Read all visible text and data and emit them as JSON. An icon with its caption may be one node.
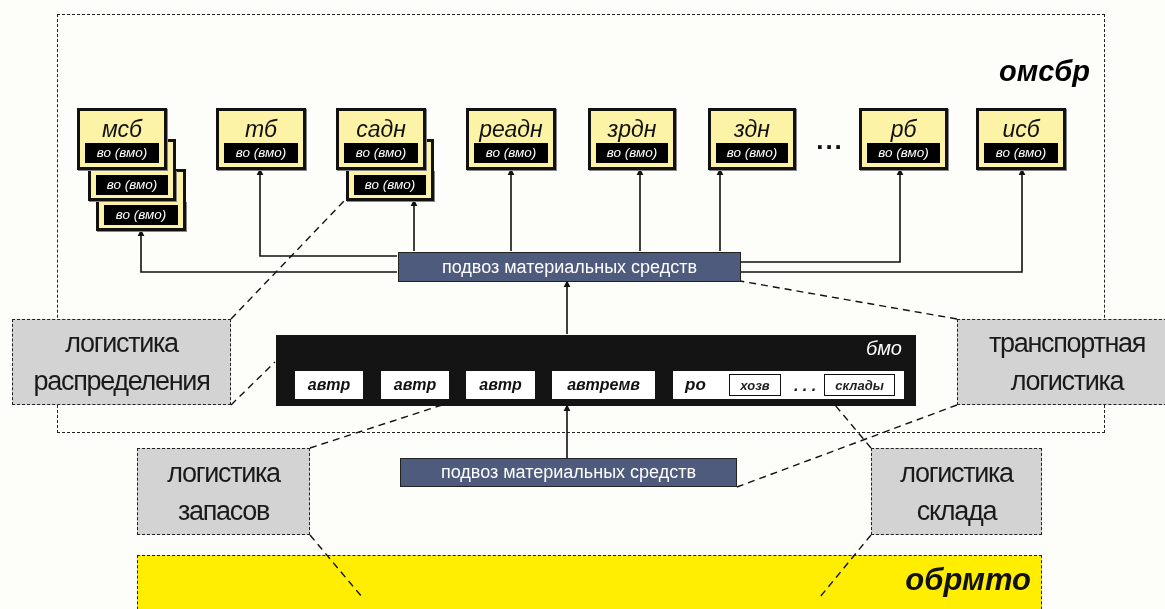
{
  "diagram": {
    "nodes": [
      {
        "text": [
          "омсбр"
        ]
      },
      {
        "text": [
          "мсб",
          "во (вмо)"
        ],
        "in": 0
      },
      {
        "text": [
          "во (вмо)"
        ],
        "in": 0
      },
      {
        "text": [
          "во (вмо)"
        ],
        "in": 0
      },
      {
        "text": [
          "тб",
          "во (вмо)"
        ],
        "in": 0
      },
      {
        "text": [
          "садн",
          "во (вмо)"
        ],
        "in": 0
      },
      {
        "text": [
          "во (вмо)"
        ],
        "in": 0
      },
      {
        "text": [
          "реадн",
          "во (вмо)"
        ],
        "in": 0
      },
      {
        "text": [
          "зрдн",
          "во (вмо)"
        ],
        "in": 0
      },
      {
        "text": [
          "здн",
          "во (вмо)"
        ],
        "in": 0
      },
      {
        "text": [
          "рб",
          "во (вмо)"
        ],
        "in": 0
      },
      {
        "text": [
          "исб",
          "во (вмо)"
        ],
        "in": 0
      },
      {
        "text": [
          "подвоз материальных средств"
        ],
        "in": 0
      },
      {
        "text": [
          "бмо"
        ],
        "in": 0
      },
      {
        "text": [
          "автр"
        ],
        "in": 13
      },
      {
        "text": [
          "автр"
        ],
        "in": 13
      },
      {
        "text": [
          "автр"
        ],
        "in": 13
      },
      {
        "text": [
          "автремв"
        ],
        "in": 13
      },
      {
        "text": [
          "ро"
        ],
        "in": 13
      },
      {
        "text": [
          "хозв"
        ],
        "in": 18
      },
      {
        "text": [
          "склады"
        ],
        "in": 18
      },
      {
        "text": [
          "логистика распределения"
        ]
      },
      {
        "text": [
          "транспортная логистика"
        ]
      },
      {
        "text": [
          "логистика запасов"
        ]
      },
      {
        "text": [
          "подвоз материальных средств"
        ]
      },
      {
        "text": [
          "логистика склада"
        ]
      },
      {
        "text": [
          "обрмто"
        ]
      }
    ],
    "edges": [
      {
        "from": 12,
        "to": 3,
        "arrow": "to"
      },
      {
        "from": 12,
        "to": 4,
        "arrow": "to"
      },
      {
        "from": 12,
        "to": 6,
        "arrow": "to"
      },
      {
        "from": 12,
        "to": 7,
        "arrow": "to"
      },
      {
        "from": 12,
        "to": 8,
        "arrow": "to"
      },
      {
        "from": 12,
        "to": 9,
        "arrow": "to"
      },
      {
        "from": 12,
        "to": 10,
        "arrow": "to"
      },
      {
        "from": 12,
        "to": 11,
        "arrow": "to"
      },
      {
        "from": 13,
        "to": 12,
        "arrow": "to"
      },
      {
        "from": 24,
        "to": 13,
        "arrow": "to"
      },
      {
        "from": 21,
        "to": 6,
        "arrow": "none",
        "style": "dashed"
      },
      {
        "from": 21,
        "to": 13,
        "arrow": "none",
        "style": "dashed"
      },
      {
        "from": 22,
        "to": 12,
        "arrow": "none",
        "style": "dashed"
      },
      {
        "from": 22,
        "to": 24,
        "arrow": "none",
        "style": "dashed"
      },
      {
        "from": 23,
        "to": 13,
        "arrow": "none",
        "style": "dashed"
      },
      {
        "from": 23,
        "to": 26,
        "arrow": "none",
        "style": "dashed"
      },
      {
        "from": 25,
        "to": 13,
        "arrow": "none",
        "style": "dashed"
      },
      {
        "from": 25,
        "to": 26,
        "arrow": "none",
        "style": "dashed"
      }
    ],
    "labels": [
      "...",
      ". . ."
    ]
  }
}
